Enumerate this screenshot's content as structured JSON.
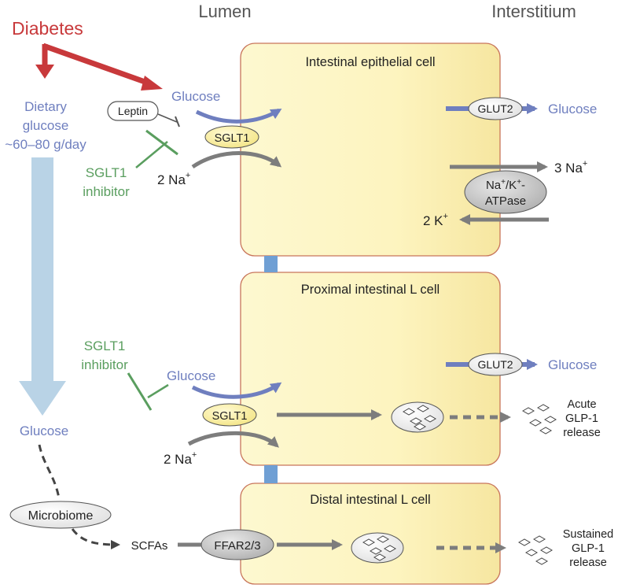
{
  "headers": {
    "lumen": "Lumen",
    "interstitium": "Interstitium"
  },
  "diabetes": "Diabetes",
  "dietary": {
    "line1": "Dietary",
    "line2": "glucose",
    "line3": "~60–80 g/day"
  },
  "lumen_glucose": "Glucose",
  "leptin": "Leptin",
  "sglt1_inhibitor": {
    "line1": "SGLT1",
    "line2": "inhibitor"
  },
  "microbiome": "Microbiome",
  "scfas": "SCFAs",
  "epithelial": {
    "title": "Intestinal epithelial cell",
    "glucose_in": "Glucose",
    "sglt1": "SGLT1",
    "na_in": "2 Na",
    "glut2": "GLUT2",
    "glucose_out": "Glucose",
    "na_out": "3 Na",
    "pump_line1": "Na",
    "pump_sep": "/K",
    "pump_line1_end": "-",
    "pump_line2": "ATPase",
    "k_in": "2 K",
    "plus": "+"
  },
  "proximal": {
    "title": "Proximal intestinal L cell",
    "glucose_in": "Glucose",
    "sglt1": "SGLT1",
    "na_in": "2 Na",
    "glut2": "GLUT2",
    "glucose_out": "Glucose",
    "release": {
      "line1": "Acute",
      "line2": "GLP-1",
      "line3": "release"
    }
  },
  "distal": {
    "title": "Distal intestinal L cell",
    "ffar": "FFAR2/3",
    "release": {
      "line1": "Sustained",
      "line2": "GLP-1",
      "line3": "release"
    }
  },
  "colors": {
    "cell_fill": "#fdf7c8",
    "cell_stroke": "#c8755a",
    "glucose_blue": "#6f7fbf",
    "diabetes_red": "#c8393b",
    "inhibitor_green": "#5a9e5f",
    "gray_arrow": "#7d7d7d",
    "light_blue_arrow": "#b9d3e6",
    "connector_blue": "#6f9fd4"
  }
}
